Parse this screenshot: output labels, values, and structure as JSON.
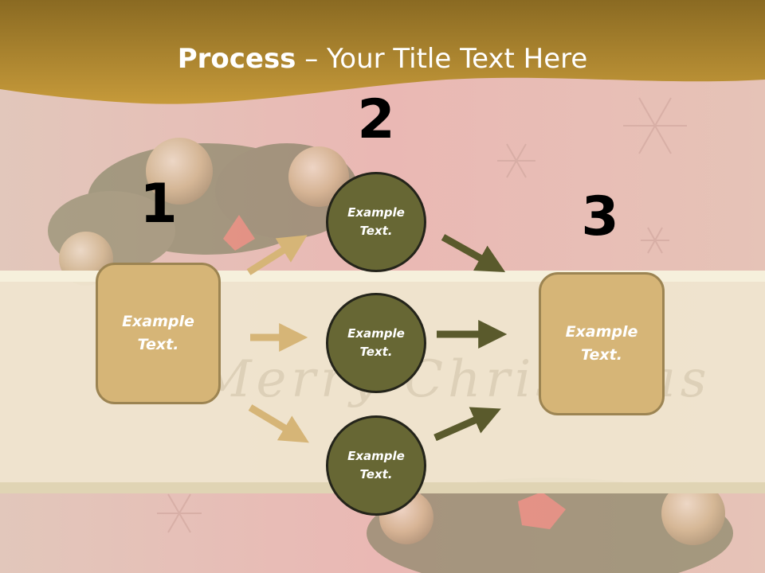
{
  "slide": {
    "title_bold": "Process",
    "title_rest": " – Your Title Text Here",
    "background_watermark": "Merry Christmas"
  },
  "steps": [
    {
      "number": "1",
      "text_line1": "Example",
      "text_line2": "Text."
    },
    {
      "number": "2",
      "items": [
        {
          "text_line1": "Example",
          "text_line2": "Text."
        },
        {
          "text_line1": "Example",
          "text_line2": "Text."
        },
        {
          "text_line1": "Example",
          "text_line2": "Text."
        }
      ]
    },
    {
      "number": "3",
      "text_line1": "Example",
      "text_line2": "Text."
    }
  ],
  "colors": {
    "title_band": "#b8902e",
    "box_fill": "#d6b577",
    "box_border": "#9c8452",
    "circle_fill": "#676734",
    "circle_border": "#24241a",
    "arrow_light": "#d6b577",
    "arrow_dark": "#5a5a2c",
    "ribbon": "#efe5cf",
    "background": "#e7c3b8"
  }
}
